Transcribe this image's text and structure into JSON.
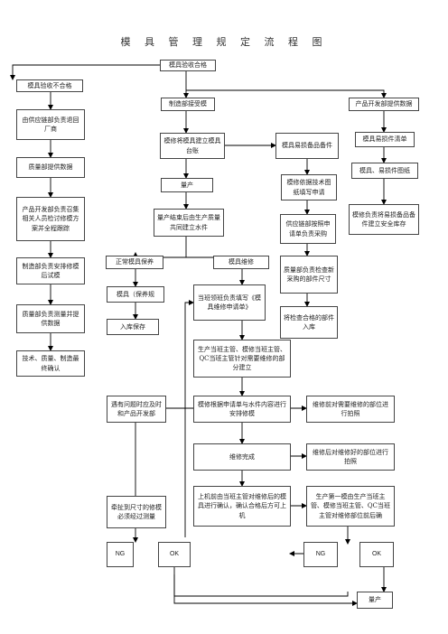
{
  "title": "模 具 管 理 规 定 流 程 图",
  "nodes": {
    "acceptance_passed": "模具验收合格",
    "acceptance_failed": "模具验收不合格",
    "supplier_return": "由供应链部负责退回厂商",
    "quality_data": "质量部提供数据",
    "pdd_analysis": "产品开发部负责召集相关人员检讨修模方案并全程跟踪",
    "mfg_trial": "制造部负责安排修模后试模",
    "quality_measure": "质量部负责测量并提供数据",
    "final_confirm": "技术、质量、制造最终确认",
    "mfg_receive": "制造部接受模",
    "pdd_data": "产品开发部提供数据",
    "build_ledger": "模修将模具建立模具台账",
    "spare_parts": "模具易损备品备件",
    "wear_parts_list": "模具易损件清单",
    "wear_drawings": "模具、易损件图纸",
    "tech_drawing_request": "模修依据技术图纸填写申请",
    "spare_safety_stock": "模修负责将易损备品备件建立安全库存",
    "production": "量产",
    "end_production": "量产结束后由生产质量共同建立水件",
    "scm_purchase": "供应链部按照申请单负责采购",
    "quality_check_size": "质量部负责检查新采购的部件尺寸",
    "qualified_stock": "将检查合格的部件入库",
    "routine_maint": "正常模具保养",
    "mold_repair": "模具维修",
    "mold_keep": "模具（保养规",
    "stock_keep": "入库保存",
    "shift_leader": "当班领班负责填写《模具维修申请单》",
    "supervisor_confirm": "生产当班主管、模修当班主管、QC当班主管针对需要维修的部分建立",
    "problem_report": "遇有问题时应及时和产品开发部",
    "repair_by_form": "模修根据申请单与水件内容进行安排修模",
    "photo_before": "维修前对需要维修的部位进行拍照",
    "repair_done": "维修完成",
    "photo_after": "维修后对维修好的部位进行拍照",
    "measure_after": "牵扯到尺寸的修模必须经过测量",
    "machine_confirm": "上机前由当班主管对维修后的模具进行确认，确认合格后方可上机",
    "first_piece": "生产第一模由生产当班主管、模修当班主管、QC当班主管对维修部位前后确",
    "ng1": "NG",
    "ok1": "OK",
    "ng2": "NG",
    "ok2": "OK",
    "production_final": "量产"
  }
}
